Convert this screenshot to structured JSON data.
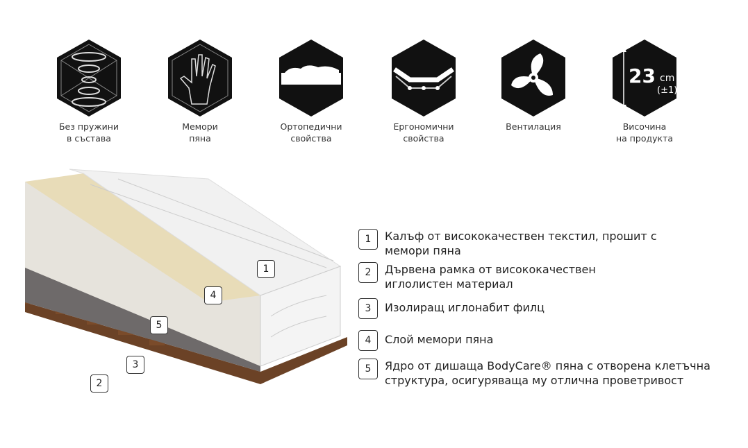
{
  "features": [
    {
      "icon": "no-springs-icon",
      "line1": "Без пружини",
      "line2": "в състава"
    },
    {
      "icon": "hand-icon",
      "line1": "Мемори",
      "line2": "пяна"
    },
    {
      "icon": "body-on-mattress-icon",
      "line1": "Ортопедични",
      "line2": "свойства"
    },
    {
      "icon": "ergonomic-frame-icon",
      "line1": "Ергономични",
      "line2": "свойства"
    },
    {
      "icon": "fan-icon",
      "line1": "Вентилация",
      "line2": ""
    },
    {
      "icon": "height-icon",
      "line1": "Височина",
      "line2": "на продукта",
      "height_value": "23",
      "height_unit": "cm",
      "height_tolerance": "(±1)"
    }
  ],
  "callouts": [
    "1",
    "2",
    "3",
    "4",
    "5"
  ],
  "legend": [
    {
      "num": "1",
      "text": "Калъф от висококачествен текстил, прошит с мемори пяна"
    },
    {
      "num": "2",
      "text": "Дървена рамка от висококачествен иглолистен материал"
    },
    {
      "num": "3",
      "text": "Изолиращ иглонабит филц"
    },
    {
      "num": "4",
      "text": "Слой мемори пяна"
    },
    {
      "num": "5",
      "text": "Ядро от дишаща BodyCare® пяна с отворена клетъчна структура, осигуряваща му отлична проветривост"
    }
  ]
}
